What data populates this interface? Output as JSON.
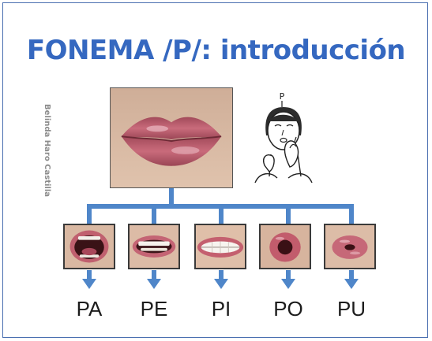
{
  "title": "FONEMA /P/: introducción",
  "credit": "Belinda Haro Castilla",
  "sign_letter": "P",
  "syllables": [
    "PA",
    "PE",
    "PI",
    "PO",
    "PU"
  ],
  "colors": {
    "title": "#3568c0",
    "connector": "#4f86c9",
    "lip": "#b85a6a",
    "skin": "#d8b9a4"
  },
  "icons": {
    "main": "closed-lips-image",
    "sign": "hand-sign-drawing",
    "mouths": [
      "mouth-a-image",
      "mouth-e-image",
      "mouth-i-image",
      "mouth-o-image",
      "mouth-u-image"
    ]
  }
}
